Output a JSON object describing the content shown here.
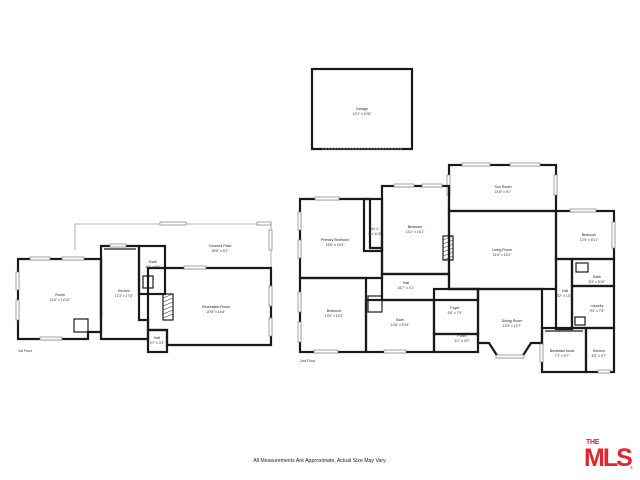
{
  "floors": [
    {
      "label": "1st Floor"
    },
    {
      "label": "2nd Floor"
    }
  ],
  "rooms": {
    "garage": {
      "name": "Garage",
      "dim": "19'1\" x 10'8\""
    },
    "room": {
      "name": "Room",
      "dim": "14'3\" x 14'10\""
    },
    "kitchen_1": {
      "name": "Kitchen",
      "dim": "11'3\" x 17'8\""
    },
    "bath_1": {
      "name": "Bath",
      "dim": "6'3\" x 5'5\""
    },
    "covered_patio": {
      "name": "Covered Patio",
      "dim": "39'8\" x 8'1\""
    },
    "recreation_room": {
      "name": "Recreation Room",
      "dim": "20'8\" x 14'6\""
    },
    "hall_1": {
      "name": "Hall",
      "dim": "3'7\" x 3'3\""
    },
    "primary_bedroom": {
      "name": "Primary Bedroom",
      "dim": "16'5\" x 15'3\""
    },
    "wic": {
      "name": "W.I.C.",
      "dim": "5' x 11'5\""
    },
    "bedroom_a": {
      "name": "Bedroom",
      "dim": "13'1\" x 16'1\""
    },
    "sun_room": {
      "name": "Sun Room",
      "dim": "21'8\" x 9'1\""
    },
    "living_room": {
      "name": "Living Room",
      "dim": "21'6\" x 15'2\""
    },
    "bedroom_c": {
      "name": "Bedroom",
      "dim": "12'9\" x 8'11\""
    },
    "bath_3": {
      "name": "Bath",
      "dim": "5'3\" x 5'10\""
    },
    "hall_2": {
      "name": "Hall",
      "dim": "16'7\" x 4'1\""
    },
    "bedroom_b": {
      "name": "Bedroom",
      "dim": "13'3\" x 13'3\""
    },
    "bath_2": {
      "name": "Bath",
      "dim": "12'8\" x 5'10\""
    },
    "foyer": {
      "name": "Foyer",
      "dim": "5'6\" x 7'5\""
    },
    "porch": {
      "name": "Porch",
      "dim": "6'1\" x 4'0\""
    },
    "dining_room": {
      "name": "Dining Room",
      "dim": "12'9\" x 13'7\""
    },
    "hall_3": {
      "name": "Hall",
      "dim": "3'2\" x 13'3\""
    },
    "laundry": {
      "name": "Laundry",
      "dim": "9'3\" x 7'8\""
    },
    "breakfast_nook": {
      "name": "Breakfast Nook",
      "dim": "7'1\" x 9'7\""
    },
    "kitchen_2": {
      "name": "Kitchen",
      "dim": "8'3\" x 9'7\""
    }
  },
  "disclaimer": "All Measurements Are Approximate, Actual Size May Vary.",
  "logo": {
    "the": "THE",
    "main": "MLS",
    "reg": "®"
  },
  "colors": {
    "wall": "#1a1a1a",
    "logo_red": "#e8222b",
    "background": "#ffffff"
  }
}
